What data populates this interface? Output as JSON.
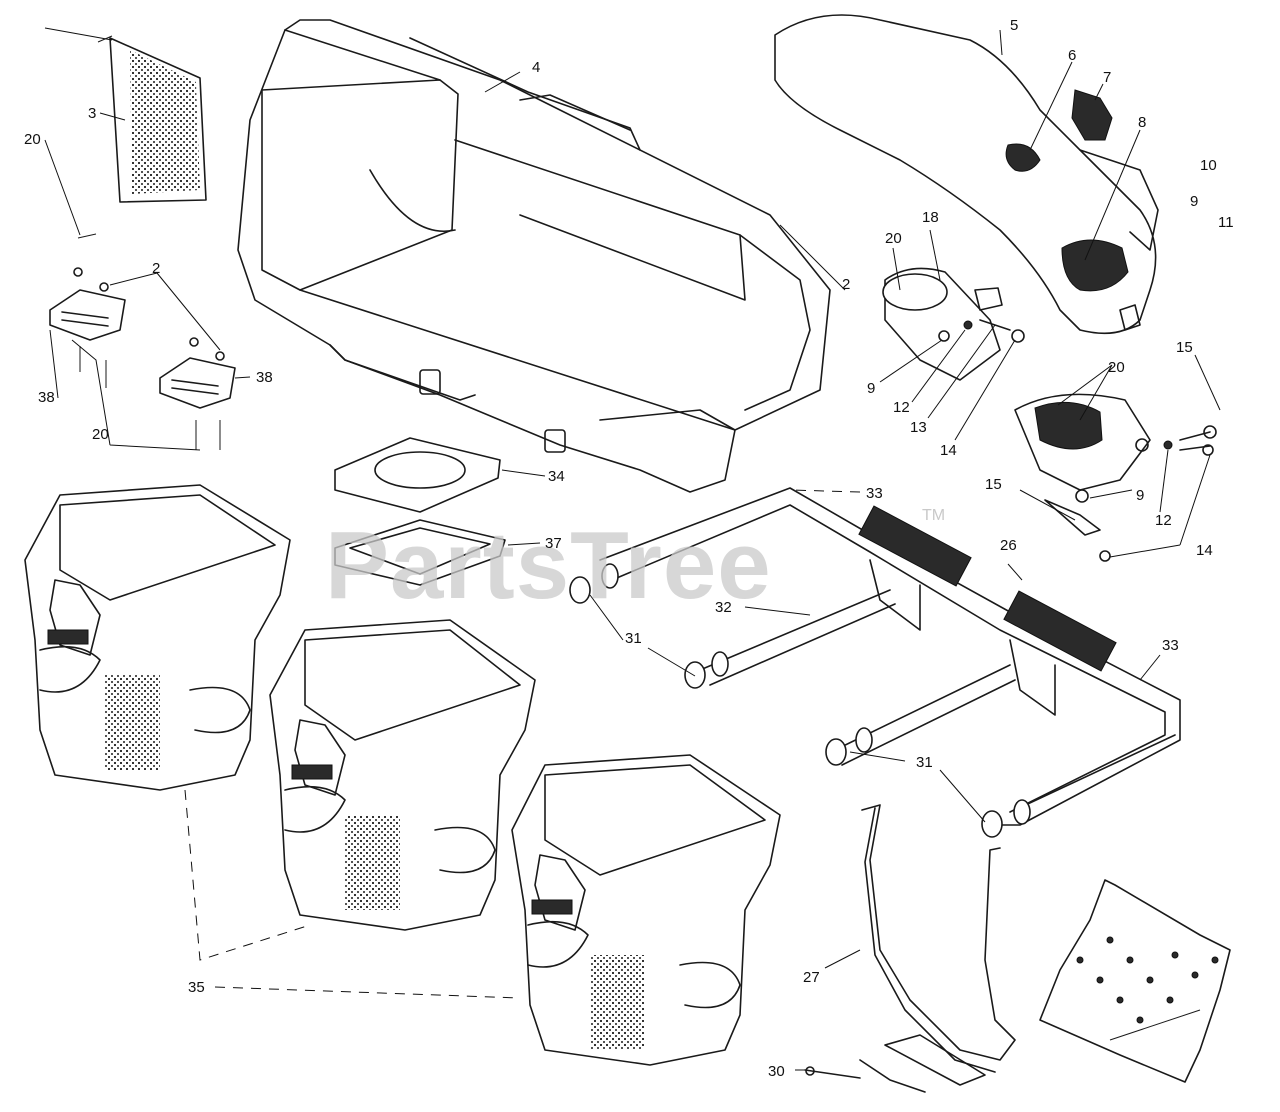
{
  "watermark": {
    "text": "PartsTree",
    "tm": "TM"
  },
  "callouts": {
    "c20a": "20",
    "c3": "3",
    "c4": "4",
    "c5": "5",
    "c6": "6",
    "c7": "7",
    "c8": "8",
    "c10": "10",
    "c9a": "9",
    "c11": "11",
    "c2a": "2",
    "c2b": "2",
    "c38a": "38",
    "c38b": "38",
    "c20b": "20",
    "c18": "18",
    "c20c": "20",
    "c9b": "9",
    "c12a": "12",
    "c13": "13",
    "c14a": "14",
    "c15a": "15",
    "c20d": "20",
    "c9c": "9",
    "c12b": "12",
    "c15b": "15",
    "c14b": "14",
    "c34": "34",
    "c33a": "33",
    "c37": "37",
    "c26": "26",
    "c32": "32",
    "c31a": "31",
    "c33b": "33",
    "c31b": "31",
    "c35": "35",
    "c27": "27",
    "c30": "30"
  }
}
